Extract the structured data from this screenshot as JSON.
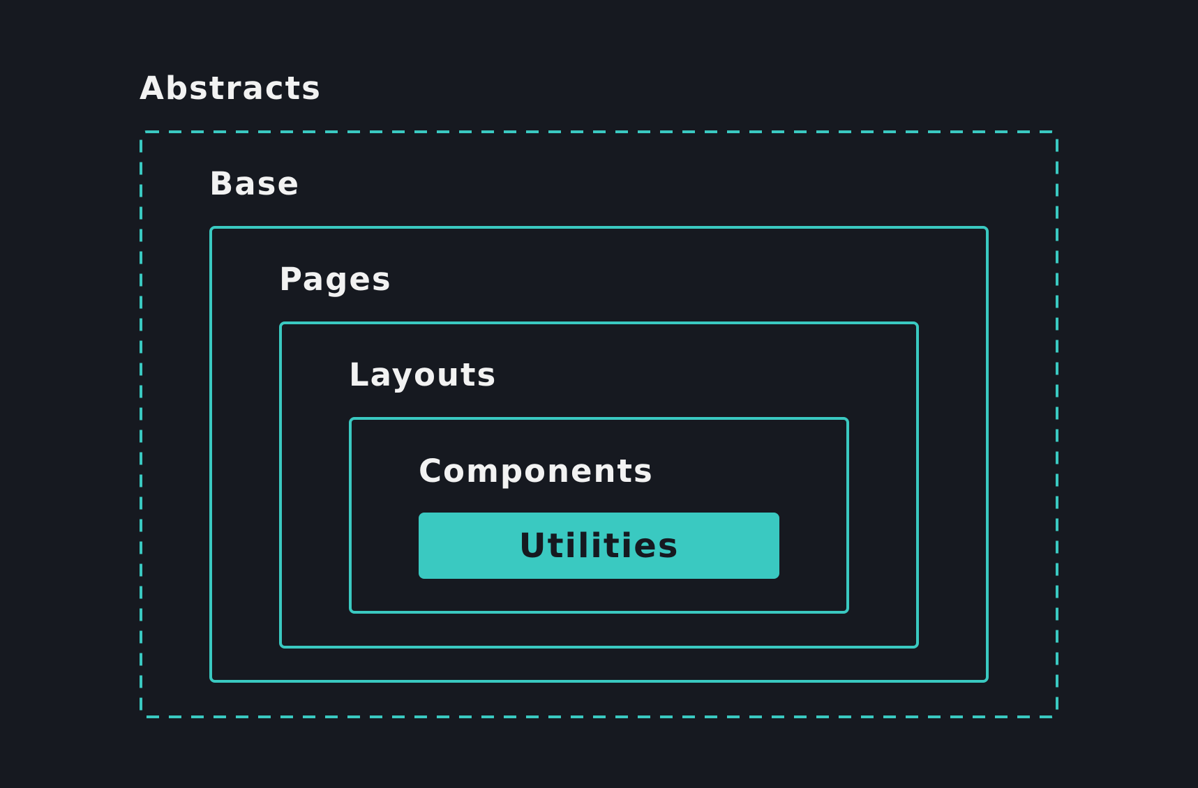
{
  "layers": {
    "abstracts": "Abstracts",
    "base": "Base",
    "pages": "Pages",
    "layouts": "Layouts",
    "components": "Components",
    "utilities": "Utilities"
  },
  "colors": {
    "background": "#161920",
    "accent": "#3ac9c1",
    "label_text": "#f2f2f2",
    "utilities_text": "#161920"
  }
}
